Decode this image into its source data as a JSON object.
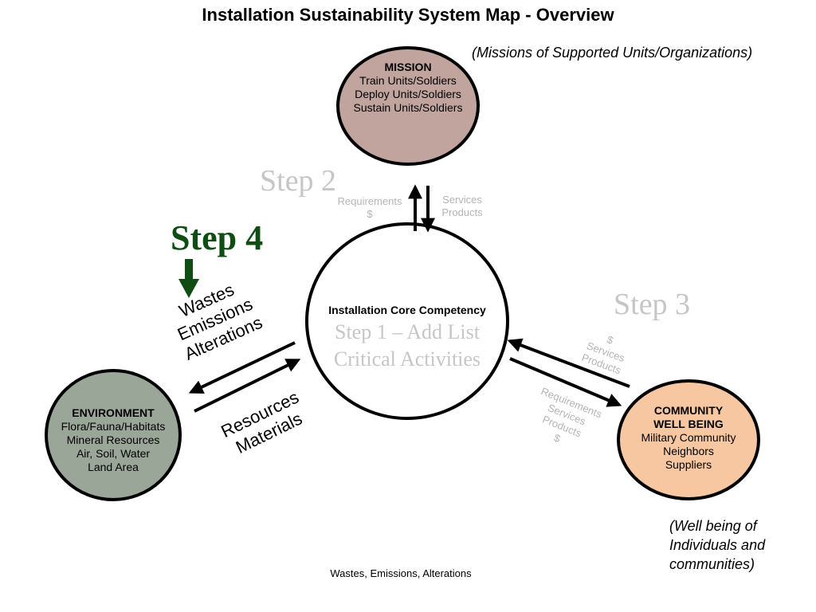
{
  "title": "Installation Sustainability System Map - Overview",
  "notes": {
    "mission": "(Missions of Supported Units/Organizations)",
    "community": [
      "(Well being of",
      "Individuals and",
      "communities)"
    ]
  },
  "nodes": {
    "mission": {
      "heading": "MISSION",
      "lines": [
        "Train Units/Soldiers",
        "Deploy Units/Soldiers",
        "Sustain Units/Soldiers"
      ],
      "fill": "#c0a49d"
    },
    "core": {
      "heading": "Installation Core Competency",
      "lines": [
        "Step 1 – Add List",
        "Critical Activities"
      ],
      "fill": "#ffffff"
    },
    "environment": {
      "heading": "ENVIRONMENT",
      "lines": [
        "Flora/Fauna/Habitats",
        "Mineral Resources",
        "Air, Soil, Water",
        "Land Area"
      ],
      "fill": "#9aa698"
    },
    "community": {
      "heading": [
        "COMMUNITY",
        "WELL BEING"
      ],
      "lines": [
        "Military Community",
        "Neighbors",
        "Suppliers"
      ],
      "fill": "#f6c7a0"
    }
  },
  "steps": {
    "step2": "Step 2",
    "step3": "Step 3",
    "step4": "Step 4",
    "step4_color": "#0f4d14"
  },
  "flows": {
    "mission_up": [
      "Requirements",
      "$"
    ],
    "mission_down": [
      "Services",
      "Products"
    ],
    "community_in": [
      "$",
      "Services",
      "Products"
    ],
    "community_out": [
      "Requirements",
      "Services",
      "Products",
      "$"
    ],
    "env_out": [
      "Wastes",
      "Emissions",
      "Alterations"
    ],
    "env_in": [
      "Resources",
      "Materials"
    ]
  },
  "footer": "Wastes, Emissions, Alterations"
}
